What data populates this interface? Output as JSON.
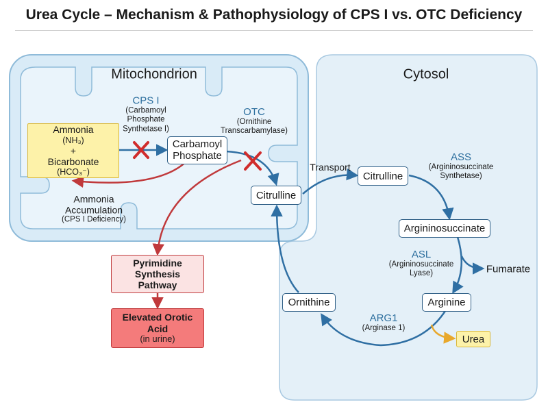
{
  "title": "Urea Cycle – Mechanism & Pathophysiology of CPS I vs. OTC Deficiency",
  "compartments": {
    "mitochondrion": "Mitochondrion",
    "cytosol": "Cytosol"
  },
  "substrates": {
    "line1": "Ammonia",
    "line2": "(NH₃)",
    "line3": "+",
    "line4": "Bicarbonate",
    "line5": "(HCO₃⁻)"
  },
  "nodes": {
    "carbamoyl_phosphate": "Carbamoyl Phosphate",
    "citrulline_mito": "Citrulline",
    "citrulline_cyto": "Citrulline",
    "argininosuccinate": "Argininosuccinate",
    "arginine": "Arginine",
    "ornithine": "Ornithine",
    "urea": "Urea",
    "fumarate": "Fumarate"
  },
  "enzymes": {
    "cps1": {
      "abbr": "CPS I",
      "name": "(Carbamoyl Phosphate Synthetase I)"
    },
    "otc": {
      "abbr": "OTC",
      "name": "(Ornithine Transcarbamylase)"
    },
    "ass": {
      "abbr": "ASS",
      "name": "(Argininosuccinate Synthetase)"
    },
    "asl": {
      "abbr": "ASL",
      "name": "(Argininosuccinate Lyase)"
    },
    "arg1": {
      "abbr": "ARG1",
      "name": "(Arginase 1)"
    }
  },
  "labels": {
    "transport": "Transport",
    "accumulation_line1": "Ammonia",
    "accumulation_line2": "Accumulation",
    "accumulation_line3": "(CPS I Deficiency)"
  },
  "pathology": {
    "pyrimidine": "Pyrimidine Synthesis Pathway",
    "orotic_main": "Elevated Orotic Acid",
    "orotic_sub": "(in urine)"
  },
  "colors": {
    "flow_arrow": "#2f6fa3",
    "block_arrow": "#c0393b",
    "block_mark": "#d02c2c",
    "urea_arrow": "#e8a82c",
    "compartment_fill": "#e4f0f8",
    "substrate_fill": "#fdf2a9",
    "pyrimidine_fill": "#fbe3e3",
    "orotic_fill": "#f47b7b"
  }
}
